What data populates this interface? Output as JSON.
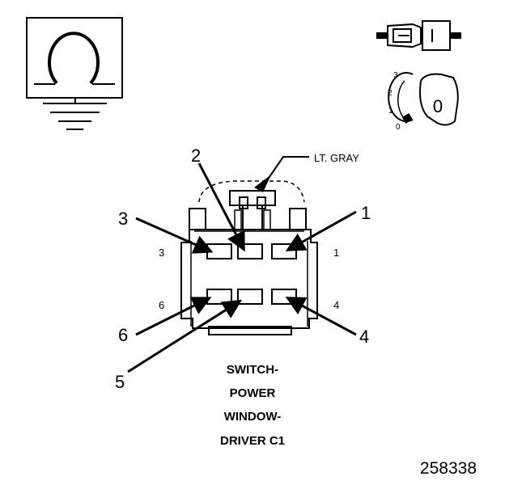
{
  "connector": {
    "wire_color_label": "LT. GRAY",
    "title_lines": [
      "SWITCH-",
      "POWER",
      "WINDOW-",
      "DRIVER C1"
    ],
    "figure_number": "258338"
  },
  "callouts": {
    "c1": "1",
    "c2": "2",
    "c3": "3",
    "c4": "4",
    "c5": "5",
    "c6": "6"
  },
  "cavity_numbers": {
    "left_top": "3",
    "right_top": "1",
    "left_bottom": "6",
    "right_bottom": "4"
  },
  "ignition_icon": {
    "positions": [
      "3",
      "2",
      "1",
      "0"
    ],
    "key_label": "0"
  }
}
